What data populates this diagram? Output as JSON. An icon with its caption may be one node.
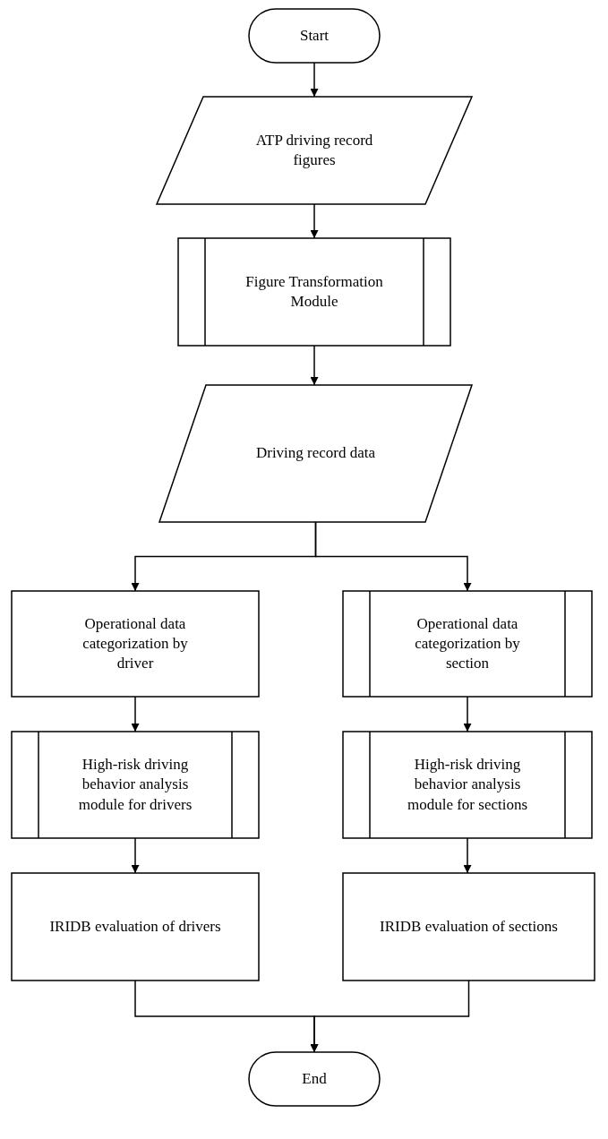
{
  "diagram": {
    "nodes": [
      {
        "text": [
          "Start"
        ]
      },
      {
        "text": [
          "ATP driving record figures"
        ]
      },
      {
        "text": [
          "Figure Transformation Module"
        ]
      },
      {
        "text": [
          "Driving record data"
        ]
      },
      {
        "text": [
          "Operational data categorization by driver"
        ]
      },
      {
        "text": [
          "Operational data categorization by section"
        ]
      },
      {
        "text": [
          "High-risk driving behavior analysis module for drivers"
        ]
      },
      {
        "text": [
          "High-risk driving behavior analysis module for sections"
        ]
      },
      {
        "text": [
          "IRIDB evaluation of drivers"
        ]
      },
      {
        "text": [
          "IRIDB evaluation of sections"
        ]
      },
      {
        "text": [
          "End"
        ]
      }
    ],
    "edges": [
      {
        "from": 0,
        "to": 1,
        "arrow": "to"
      },
      {
        "from": 1,
        "to": 2,
        "arrow": "to"
      },
      {
        "from": 2,
        "to": 3,
        "arrow": "to"
      },
      {
        "from": 3,
        "to": 4,
        "arrow": "to"
      },
      {
        "from": 3,
        "to": 5,
        "arrow": "to"
      },
      {
        "from": 4,
        "to": 6,
        "arrow": "to"
      },
      {
        "from": 5,
        "to": 7,
        "arrow": "to"
      },
      {
        "from": 6,
        "to": 8,
        "arrow": "to"
      },
      {
        "from": 7,
        "to": 9,
        "arrow": "to"
      },
      {
        "from": 8,
        "to": 10,
        "arrow": "to"
      },
      {
        "from": 9,
        "to": 10,
        "arrow": "to"
      }
    ]
  }
}
